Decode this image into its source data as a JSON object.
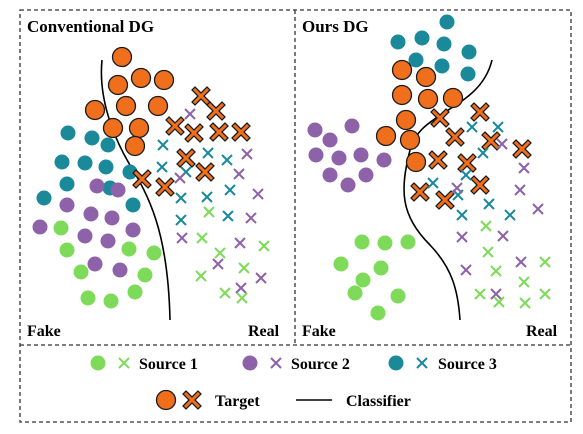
{
  "panels": {
    "left": {
      "title": "Conventional DG",
      "fake_label": "Fake",
      "real_label": "Real"
    },
    "right": {
      "title": "Ours DG",
      "fake_label": "Fake",
      "real_label": "Real"
    }
  },
  "legend": {
    "source1": "Source 1",
    "source2": "Source 2",
    "source3": "Source 3",
    "target": "Target",
    "classifier": "Classifier"
  },
  "colors": {
    "source1": "#7edb5a",
    "source2": "#8e62a8",
    "source3": "#1a8a9a",
    "target": "#ef6f1c",
    "target_stroke": "#1a1a1a",
    "classifier": "#000000",
    "border": "#333333"
  },
  "markers": {
    "fake": "filled-circle",
    "real": "cross"
  }
}
